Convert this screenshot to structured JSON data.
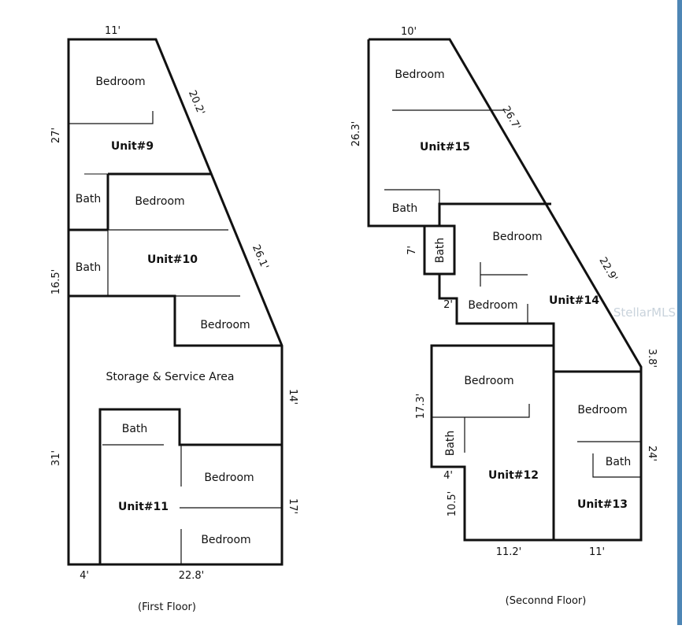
{
  "first_floor": {
    "caption": "(First Floor)",
    "rooms": {
      "bedroom_a": "Bedroom",
      "bath_a": "Bath",
      "bedroom_b": "Bedroom",
      "bath_b": "Bath",
      "bedroom_c": "Bedroom",
      "storage": "Storage & Service Area",
      "bath_c": "Bath",
      "bedroom_d": "Bedroom",
      "bedroom_e": "Bedroom"
    },
    "units": {
      "u9": "Unit#9",
      "u10": "Unit#10",
      "u11": "Unit#11"
    },
    "dims": {
      "top": "11'",
      "diag_upper": "20.2'",
      "diag_lower": "26.1'",
      "left_upper": "27'",
      "left_mid": "16.5'",
      "left_lower": "31'",
      "right_upper": "14'",
      "right_lower": "17'",
      "bottom_left": "4'",
      "bottom_right": "22.8'"
    }
  },
  "second_floor": {
    "caption": "(Seconnd Floor)",
    "rooms": {
      "bedroom_a": "Bedroom",
      "bath_a": "Bath",
      "bath_b": "Bath",
      "bedroom_b": "Bedroom",
      "bedroom_c": "Bedroom",
      "bedroom_d": "Bedroom",
      "bath_c": "Bath",
      "bedroom_e": "Bedroom",
      "bath_d": "Bath"
    },
    "units": {
      "u15": "Unit#15",
      "u14": "Unit#14",
      "u12": "Unit#12",
      "u13": "Unit#13"
    },
    "dims": {
      "top": "10'",
      "diag_upper": "26.7'",
      "diag_lower": "22.9'",
      "left_upper": "26.3'",
      "left_bath": "7'",
      "step": "2'",
      "right_small": "3.8'",
      "left_mid": "17.3'",
      "notch": "4'",
      "left_lower": "10.5'",
      "right_lower": "24'",
      "bottom_left": "11.2'",
      "bottom_right": "11'"
    }
  },
  "watermark": "StellarMLS",
  "colors": {
    "wall": "#111111",
    "edge_bar": "#4e86b5"
  }
}
